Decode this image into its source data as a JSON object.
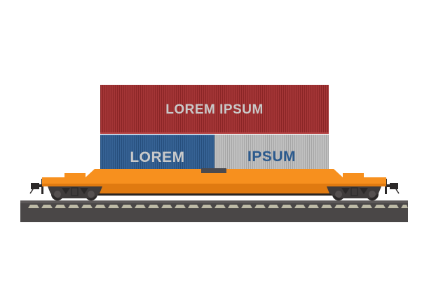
{
  "scene": {
    "title": "Freight train flatcar carrying stacked shipping containers",
    "background": "#ffffff"
  },
  "containers": {
    "top": {
      "label": "LOREM IPSUM",
      "color": "#9e2a2b",
      "text_color": "#c9c9c9"
    },
    "bottom_left": {
      "label": "LOREM",
      "color": "#2b5a8e",
      "text_color": "#c9c9c9"
    },
    "bottom_right": {
      "label": "IPSUM",
      "color": "#bdbdbd",
      "text_color": "#2b5a8e"
    }
  },
  "flatcar": {
    "color": "#f7901e",
    "shade": "#e07a10",
    "base_line": "#2a2420"
  },
  "bogies": {
    "color": "#3f3b3b",
    "wheel": "#2b2828"
  },
  "track": {
    "color": "#4a4747",
    "rail": "#5c5858",
    "tie_color": "#bdbaa6",
    "tie_count": 29
  }
}
